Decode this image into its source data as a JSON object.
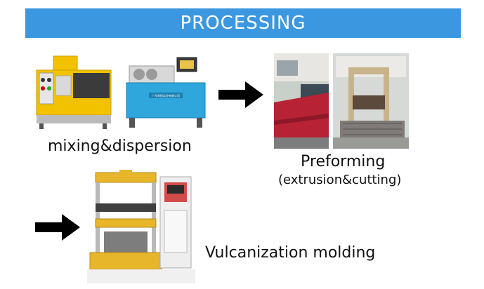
{
  "header": {
    "title": "PROCESSING"
  },
  "steps": {
    "mixing": {
      "label": "mixing&dispersion",
      "machine_plate_text": "广东利拓实业有限公司"
    },
    "preforming": {
      "label": "Preforming",
      "sublabel": "(extrusion&cutting)"
    },
    "vulcanization": {
      "label": "Vulcanization molding"
    }
  },
  "colors": {
    "banner": "#3a97e0",
    "machine_yellow": "#f2c200",
    "machine_blue": "#2fa6dc",
    "press_frame": "#e8b62b",
    "arrow": "#000000"
  }
}
